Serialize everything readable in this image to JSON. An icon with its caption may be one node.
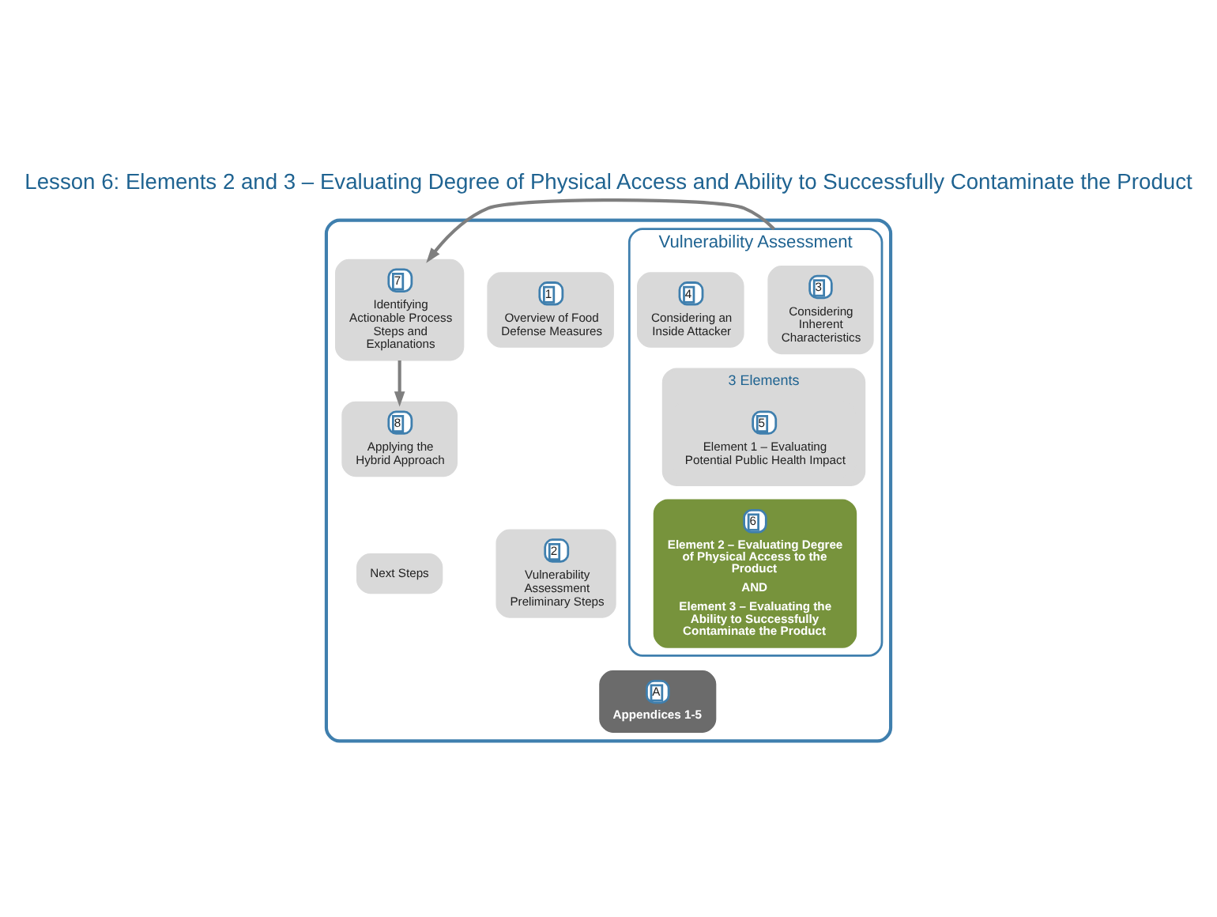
{
  "diagram": {
    "title": "Lesson 6: Elements 2 and 3 – Evaluating Degree of Physical Access and Ability to Successfully Contaminate the Product",
    "nodes": [
      {
        "text": [],
        "shape": "box"
      },
      {
        "text": [
          "1",
          "Overview of Food Defense Measures"
        ],
        "in": 0
      },
      {
        "text": [
          "2",
          "Vulnerability Assessment Preliminary Steps"
        ],
        "in": 0
      },
      {
        "text": [
          "Vulnerability Assessment"
        ],
        "in": 0
      },
      {
        "text": [
          "3",
          "Considering Inherent Characteristics"
        ],
        "in": 3
      },
      {
        "text": [
          "4",
          "Considering an Inside Attacker"
        ],
        "in": 3
      },
      {
        "text": [
          "3 Elements"
        ],
        "in": 3
      },
      {
        "text": [
          "5",
          "Element 1 – Evaluating Potential Public Health Impact"
        ],
        "in": 6
      },
      {
        "text": [
          "6",
          "Element 2 – Evaluating Degree of Physical Access to the Product",
          "AND",
          "Element 3 – Evaluating the Ability to Successfully Contaminate the Product"
        ],
        "in": 3
      },
      {
        "text": [
          "7",
          "Identifying Actionable Process Steps and Explanations"
        ],
        "in": 0
      },
      {
        "text": [
          "8",
          "Applying the Hybrid Approach"
        ],
        "in": 0
      },
      {
        "text": [
          "Next Steps"
        ],
        "in": 0
      },
      {
        "text": [
          "A",
          "Appendices 1-5"
        ],
        "in": 0
      }
    ],
    "edges": [
      {
        "from": 3,
        "to": 9,
        "arrow": "to"
      },
      {
        "from": 9,
        "to": 10,
        "arrow": "to"
      }
    ]
  }
}
